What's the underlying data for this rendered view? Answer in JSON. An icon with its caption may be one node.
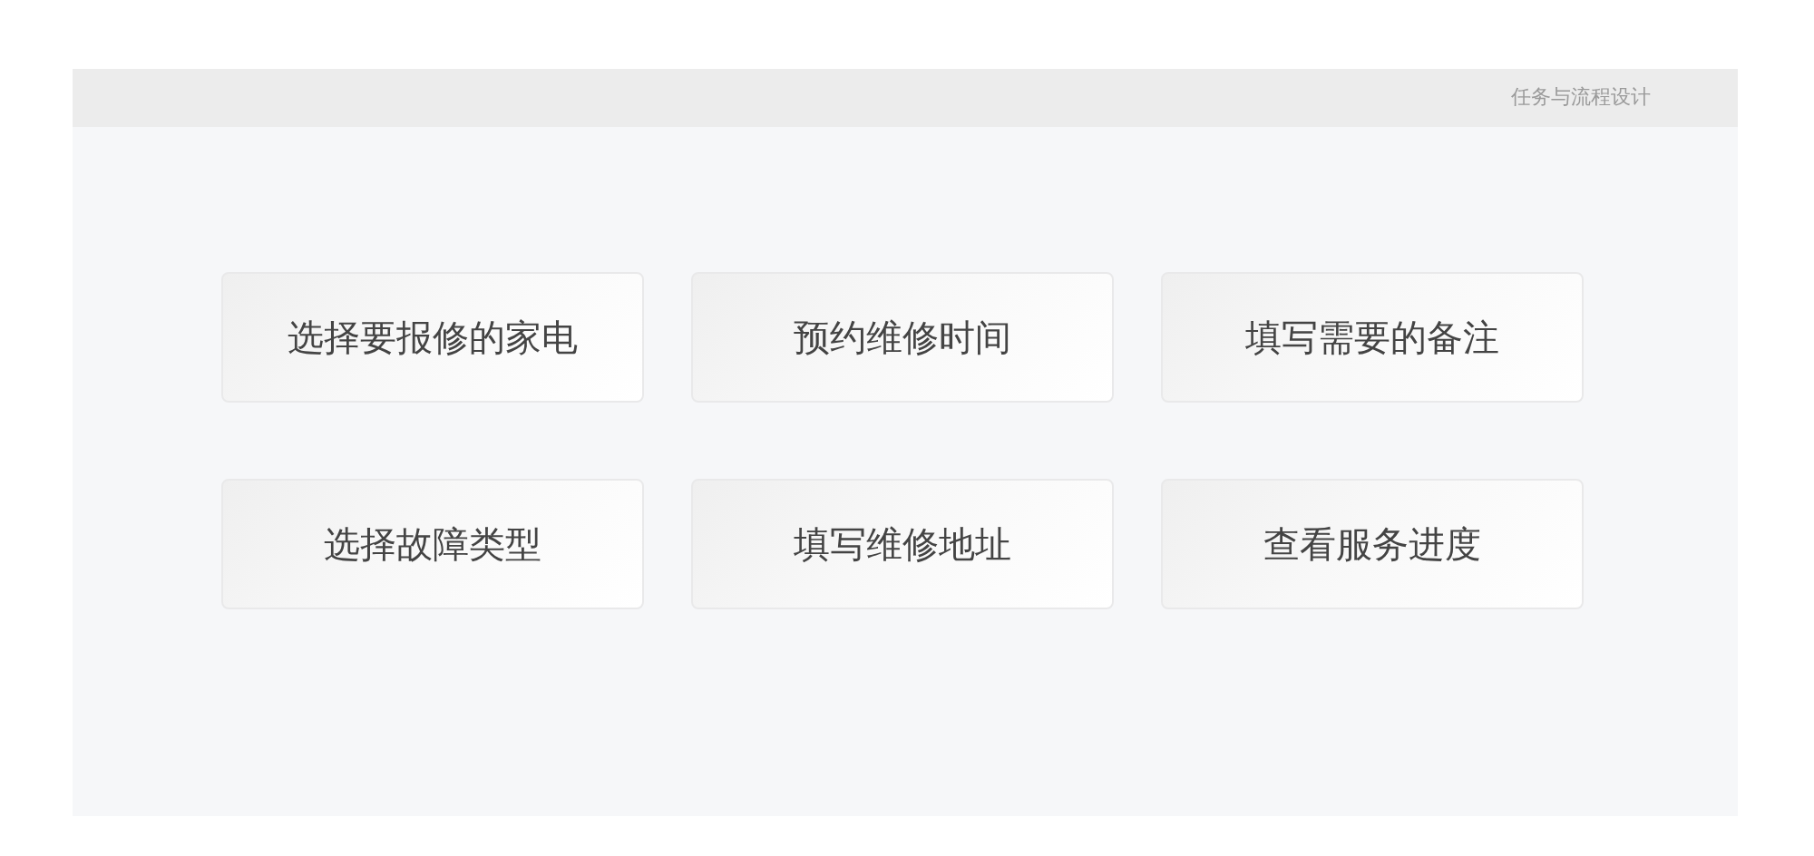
{
  "diagram": {
    "title": "任务与流程设计",
    "nodes": [
      {
        "text": [
          "选择要报修的家电"
        ]
      },
      {
        "text": [
          "预约维修时间"
        ]
      },
      {
        "text": [
          "填写需要的备注"
        ]
      },
      {
        "text": [
          "选择故障类型"
        ]
      },
      {
        "text": [
          "填写维修地址"
        ]
      },
      {
        "text": [
          "查看服务进度"
        ]
      }
    ]
  }
}
